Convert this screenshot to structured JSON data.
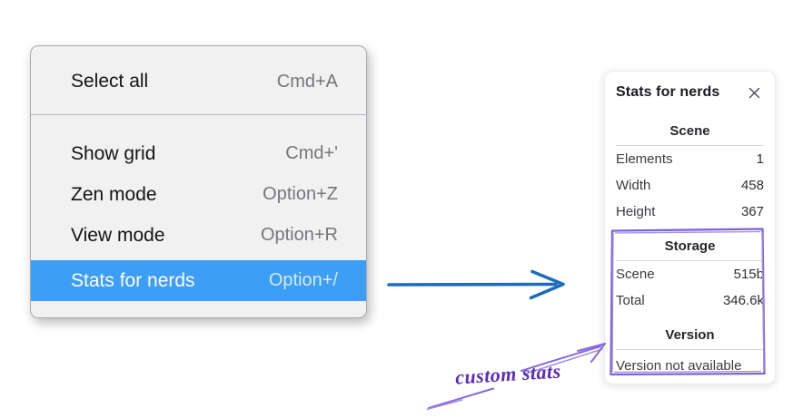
{
  "context_menu": {
    "items": [
      {
        "label": "Select all",
        "shortcut": "Cmd+A",
        "highlighted": false
      },
      {
        "label": "Show grid",
        "shortcut": "Cmd+'",
        "highlighted": false
      },
      {
        "label": "Zen mode",
        "shortcut": "Option+Z",
        "highlighted": false
      },
      {
        "label": "View mode",
        "shortcut": "Option+R",
        "highlighted": false
      },
      {
        "label": "Stats for nerds",
        "shortcut": "Option+/",
        "highlighted": true
      }
    ],
    "highlight_color": "#3d9ef5"
  },
  "stats_panel": {
    "title": "Stats for nerds",
    "sections": [
      {
        "heading": "Scene",
        "rows": [
          {
            "label": "Elements",
            "value": "1"
          },
          {
            "label": "Width",
            "value": "458"
          },
          {
            "label": "Height",
            "value": "367"
          }
        ]
      },
      {
        "heading": "Storage",
        "rows": [
          {
            "label": "Scene",
            "value": "515b"
          },
          {
            "label": "Total",
            "value": "346.6k"
          }
        ]
      },
      {
        "heading": "Version",
        "note": "Version not available"
      }
    ]
  },
  "annotations": {
    "label": "custom stats",
    "blue_arrow_color": "#1e6cb8",
    "sketch_purple_color": "#7d64da",
    "sketch_purple_light": "#a18be6",
    "label_color": "#5b2db8"
  }
}
